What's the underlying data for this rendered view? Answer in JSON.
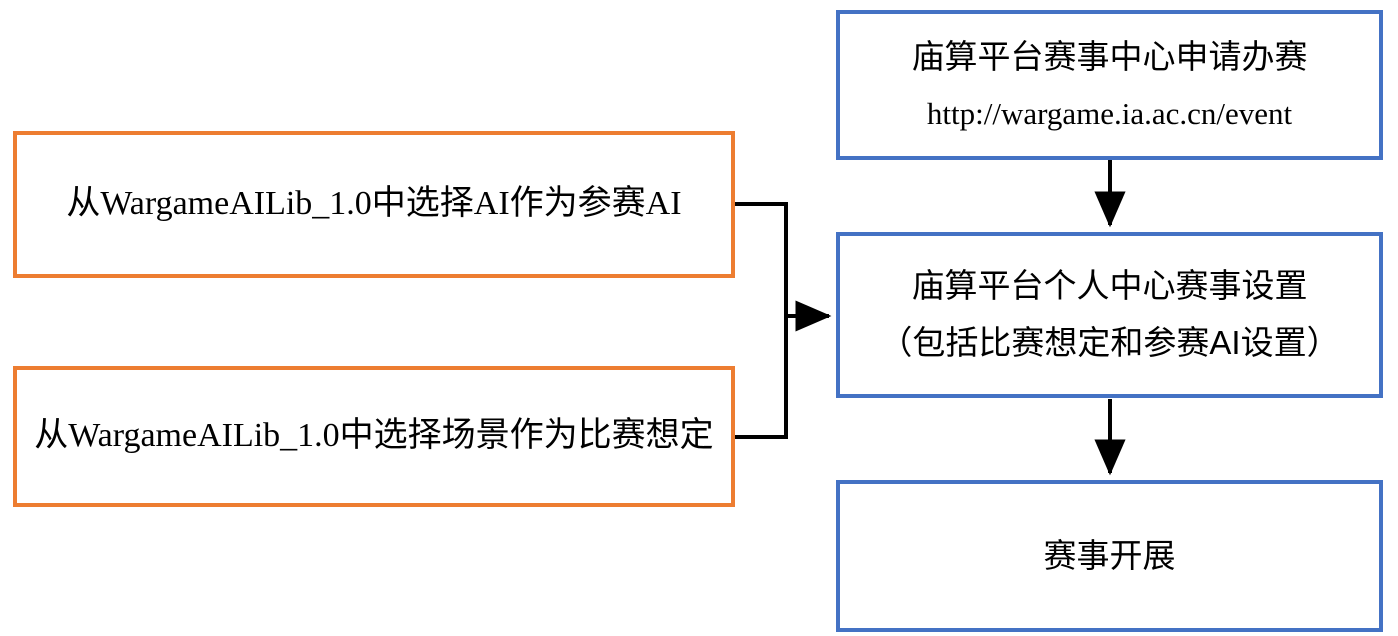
{
  "diagram": {
    "title": "",
    "type": "flowchart",
    "colors": {
      "blue_border": "#4472C4",
      "orange_border": "#ED7D31",
      "connector": "#000000",
      "background": "#FFFFFF",
      "text": "#000000"
    },
    "nodes": [
      {
        "id": "apply",
        "label_line1": "庙算平台赛事中心申请办赛",
        "label_line2": "http://wargame.ia.ac.cn/event",
        "border_color": "#4472C4"
      },
      {
        "id": "settings",
        "label_line1": "庙算平台个人中心赛事设置",
        "label_line2": "（包括比赛想定和参赛AI设置）",
        "border_color": "#4472C4"
      },
      {
        "id": "run",
        "label": "赛事开展",
        "border_color": "#4472C4"
      },
      {
        "id": "select-ai",
        "label": "从WargameAILib_1.0中选择AI作为参赛AI",
        "border_color": "#ED7D31"
      },
      {
        "id": "select-scenario",
        "label": "从WargameAILib_1.0中选择场景作为比赛想定",
        "border_color": "#ED7D31"
      }
    ],
    "edges": [
      {
        "id": "apply-to-settings",
        "from": "apply",
        "to": "settings",
        "arrow": true
      },
      {
        "id": "settings-to-run",
        "from": "settings",
        "to": "run",
        "arrow": true
      },
      {
        "id": "select-ai-to-settings",
        "from": "select-ai",
        "to": "settings",
        "arrow": true
      },
      {
        "id": "select-sc-to-settings",
        "from": "select-scenario",
        "to": "settings",
        "arrow": true
      }
    ]
  }
}
